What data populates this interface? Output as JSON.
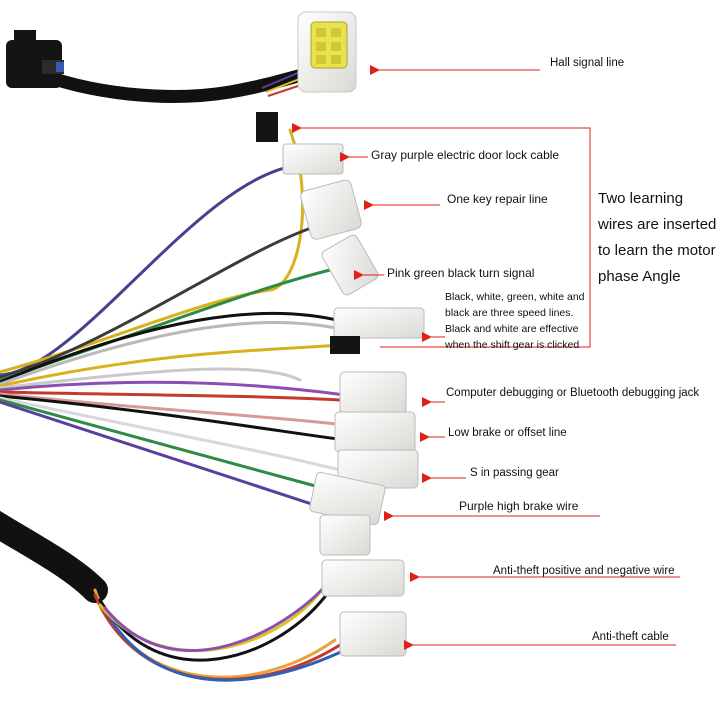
{
  "callouts": {
    "hall_signal": "Hall signal line",
    "door_lock": "Gray purple electric door lock cable",
    "one_key_repair": "One key repair line",
    "turn_signal": "Pink green black turn signal",
    "speed_lines": [
      "Black, white, green, white and",
      "black are three speed lines.",
      "Black and white are effective",
      "when the shift gear is clicked"
    ],
    "debug_jack": "Computer debugging or Bluetooth debugging jack",
    "low_brake": "Low brake or offset line",
    "passing_gear": "S in passing gear",
    "high_brake": "Purple high brake wire",
    "antitheft_wire": "Anti-theft positive and negative wire",
    "antitheft_cable": "Anti-theft cable"
  },
  "side_note": [
    "Two learning",
    "wires are inserted",
    "to learn the motor",
    "phase Angle"
  ],
  "colors": {
    "arrow_red": "#e0201b",
    "connector_white": "#f3f3f0",
    "sheath_black": "#111111",
    "hall_pins_yellow": "#f2e84a"
  }
}
